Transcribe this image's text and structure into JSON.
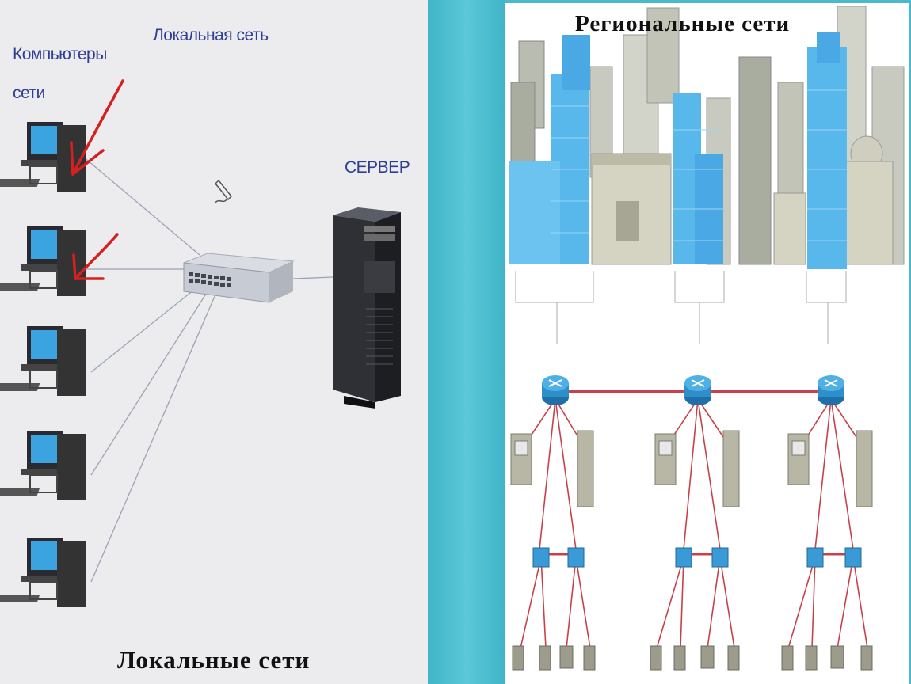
{
  "left": {
    "computers_label_line1": "Компьютеры",
    "computers_label_line2": "сети",
    "lan_label": "Локальная сеть",
    "server_label": "СЕРВЕР",
    "title": "Локальные сети"
  },
  "right": {
    "title": "Региональные сети"
  },
  "colors": {
    "accent_band": "#4ab9cb",
    "label_blue": "#2f3d94",
    "link_red": "#c8414a",
    "router_blue": "#2e8fc9",
    "arrow_red": "#d62020"
  },
  "icons": [
    "computer-icon",
    "network-switch-icon",
    "server-tower-icon",
    "router-icon",
    "workstation-icon",
    "laptop-icon",
    "building-icon",
    "red-arrow-icon",
    "pen-cursor-icon"
  ]
}
